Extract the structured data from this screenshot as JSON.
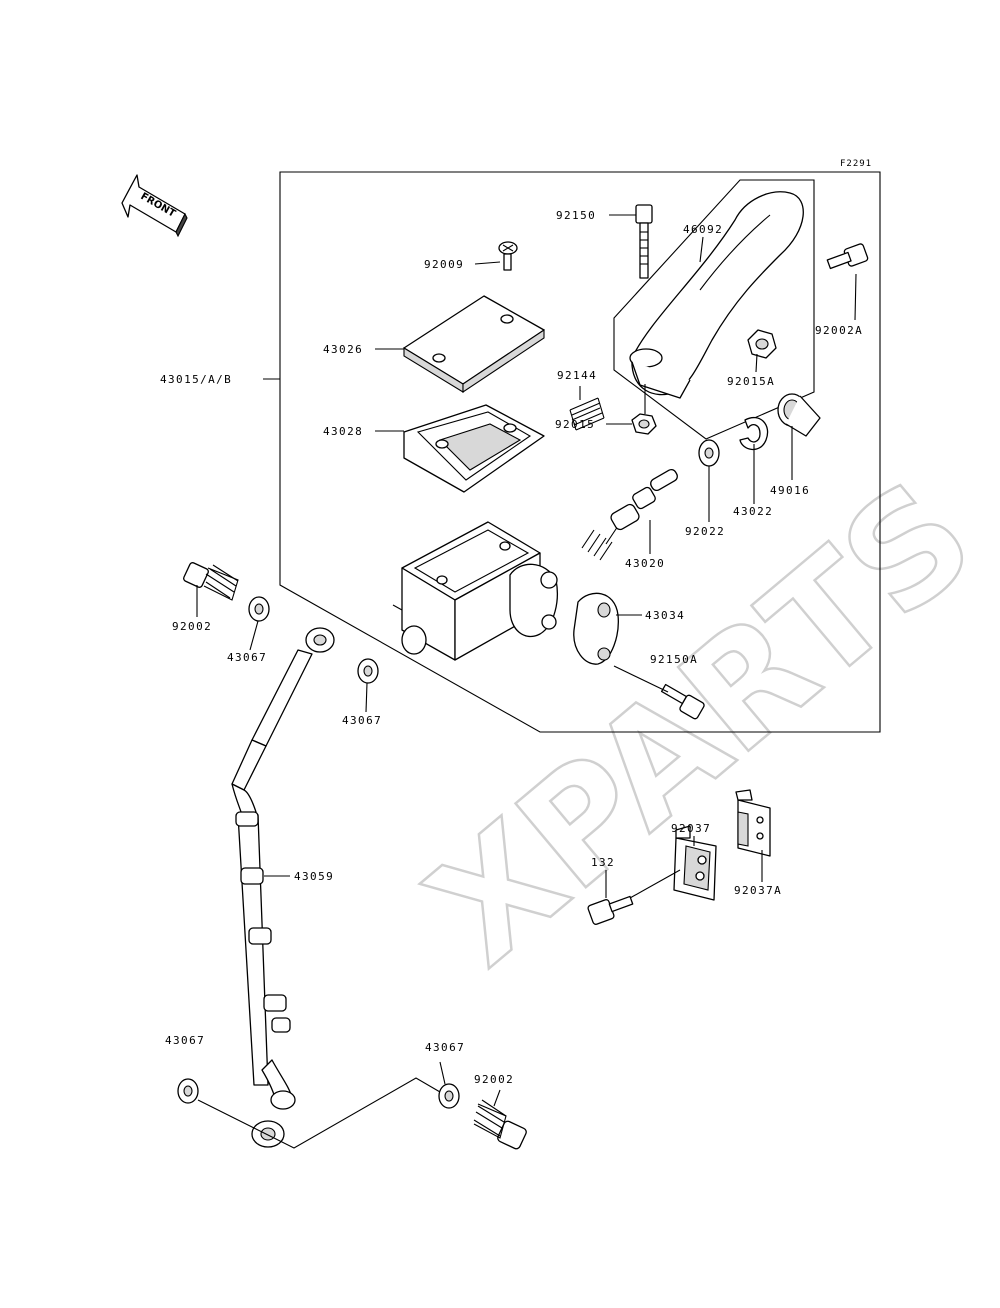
{
  "figure_ref": "F2291",
  "front_label": "FRONT",
  "watermark": "XPARTS",
  "labels": {
    "p92150": "92150",
    "p46092": "46092",
    "p92009": "92009",
    "p92002A": "92002A",
    "p43026": "43026",
    "p43015AB": "43015/A/B",
    "p92015A": "92015A",
    "p92144": "92144",
    "p43028": "43028",
    "p92015": "92015",
    "p49016": "49016",
    "p43022": "43022",
    "p92022": "92022",
    "p43020": "43020",
    "p43034": "43034",
    "p92150A": "92150A",
    "p92002_top": "92002",
    "p43067_a": "43067",
    "p43067_b": "43067",
    "p43059": "43059",
    "p92037": "92037",
    "p132": "132",
    "p92037A": "92037A",
    "p43067_c": "43067",
    "p43067_d": "43067",
    "p92002_bottom": "92002"
  }
}
